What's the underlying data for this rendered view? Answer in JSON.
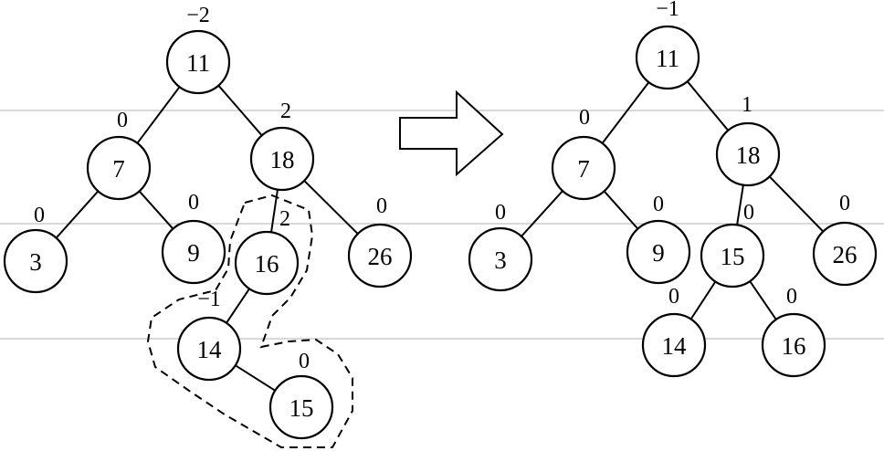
{
  "colors": {
    "stroke": "#000000",
    "fill": "#ffffff",
    "guide": "#b3b3b3"
  },
  "before_tree": {
    "nodes": [
      {
        "id": "b11",
        "value": "11",
        "bf": "−2"
      },
      {
        "id": "b7",
        "value": "7",
        "bf": "0"
      },
      {
        "id": "b18",
        "value": "18",
        "bf": "2"
      },
      {
        "id": "b3",
        "value": "3",
        "bf": "0"
      },
      {
        "id": "b9",
        "value": "9",
        "bf": "0"
      },
      {
        "id": "b16",
        "value": "16",
        "bf": "2"
      },
      {
        "id": "b26",
        "value": "26",
        "bf": "0"
      },
      {
        "id": "b14",
        "value": "14",
        "bf": "−1"
      },
      {
        "id": "b15",
        "value": "15",
        "bf": "0"
      }
    ],
    "edges": [
      [
        "b11",
        "b7"
      ],
      [
        "b11",
        "b18"
      ],
      [
        "b7",
        "b3"
      ],
      [
        "b7",
        "b9"
      ],
      [
        "b18",
        "b16"
      ],
      [
        "b18",
        "b26"
      ],
      [
        "b16",
        "b14"
      ],
      [
        "b14",
        "b15"
      ]
    ]
  },
  "after_tree": {
    "nodes": [
      {
        "id": "a11",
        "value": "11",
        "bf": "−1"
      },
      {
        "id": "a7",
        "value": "7",
        "bf": "0"
      },
      {
        "id": "a18",
        "value": "18",
        "bf": "1"
      },
      {
        "id": "a3",
        "value": "3",
        "bf": "0"
      },
      {
        "id": "a9",
        "value": "9",
        "bf": "0"
      },
      {
        "id": "a15",
        "value": "15",
        "bf": "0"
      },
      {
        "id": "a26",
        "value": "26",
        "bf": "0"
      },
      {
        "id": "a14",
        "value": "14",
        "bf": "0"
      },
      {
        "id": "a16",
        "value": "16",
        "bf": "0"
      }
    ],
    "edges": [
      [
        "a11",
        "a7"
      ],
      [
        "a11",
        "a18"
      ],
      [
        "a7",
        "a3"
      ],
      [
        "a7",
        "a9"
      ],
      [
        "a18",
        "a15"
      ],
      [
        "a18",
        "a26"
      ],
      [
        "a15",
        "a14"
      ],
      [
        "a15",
        "a16"
      ]
    ]
  },
  "transform_arrow": {
    "icon": "right-arrow-icon"
  }
}
